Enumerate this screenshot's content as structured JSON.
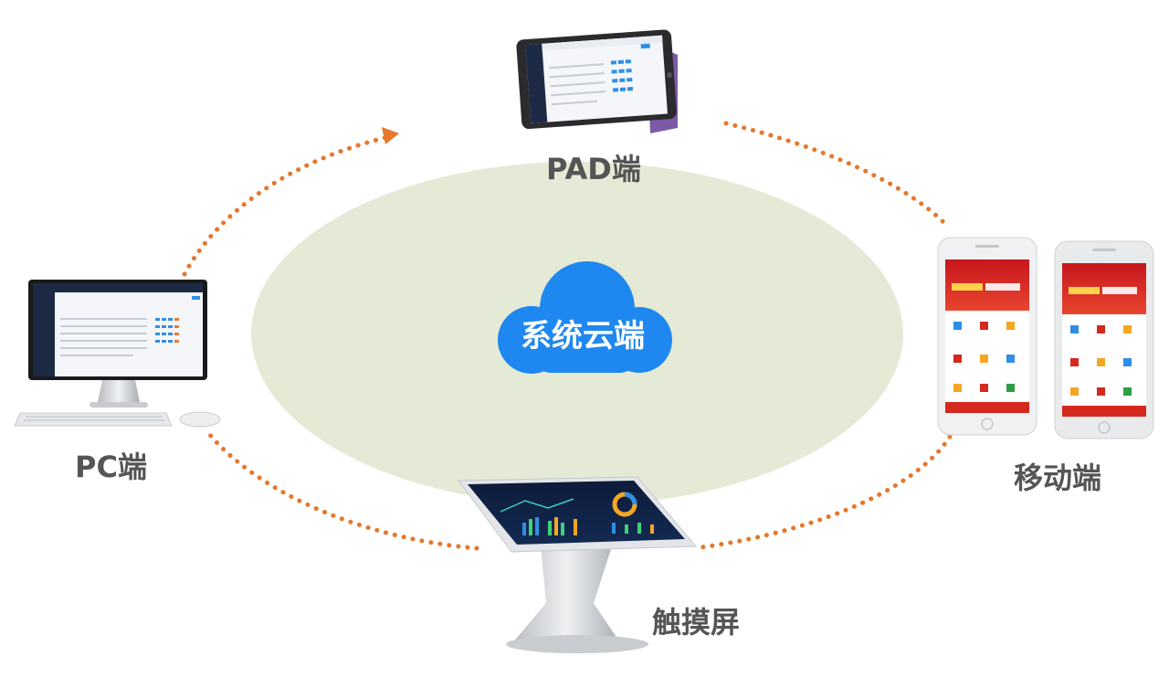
{
  "center": {
    "label": "系统云端"
  },
  "devices": {
    "pad": {
      "label": "PAD端"
    },
    "pc": {
      "label": "PC端"
    },
    "mobile": {
      "label": "移动端"
    },
    "touch": {
      "label": "触摸屏"
    }
  },
  "colors": {
    "ellipse": "#e4ead6",
    "cloud": "#1e88f0",
    "dots": "#e6772b",
    "label": "#555555",
    "phone_red": "#d5281f"
  }
}
